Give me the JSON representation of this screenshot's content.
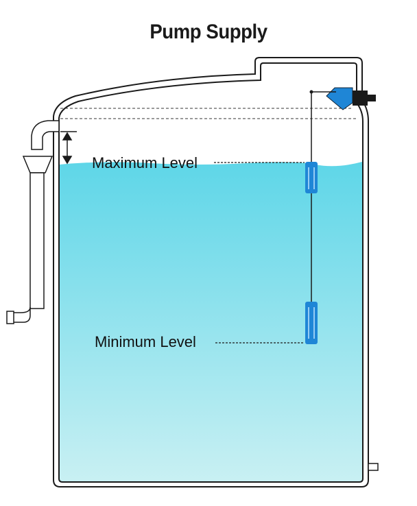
{
  "title": "Pump Supply",
  "labels": {
    "maximum_level": "Maximum Level",
    "minimum_level": "Minimum Level"
  },
  "colors": {
    "water_top": "#5ed6e8",
    "water_bottom": "#c9f0f3",
    "float_switch": "#1f86d6",
    "tank_outline": "#1a1a1a"
  },
  "icons": [
    "float-switch-icon",
    "cable-gland-icon",
    "double-arrow-icon"
  ]
}
